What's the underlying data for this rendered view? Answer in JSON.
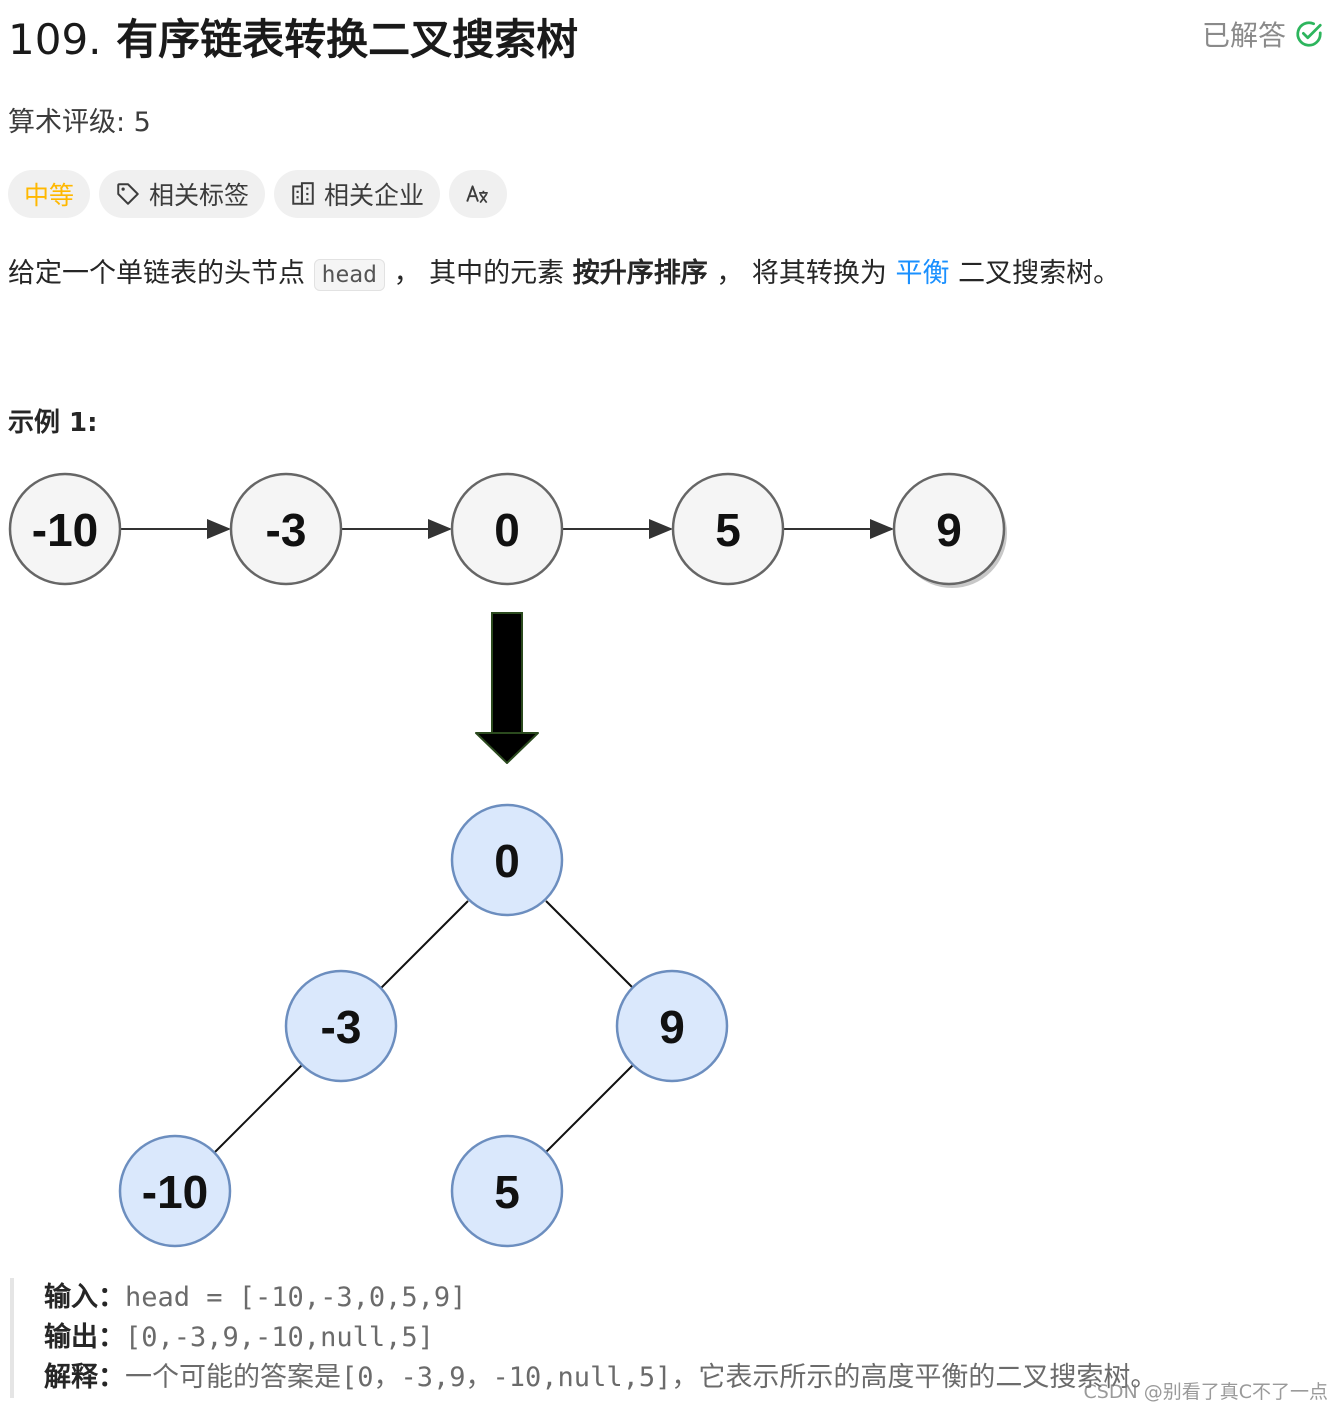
{
  "header": {
    "number": "109.",
    "title": "有序链表转换二叉搜索树",
    "status_label": "已解答",
    "status_icon": "check-circle-icon",
    "status_color": "#2db55d"
  },
  "rating": {
    "label": "算术评级: 5"
  },
  "tags": [
    {
      "label": "中等",
      "icon": ""
    },
    {
      "label": "相关标签",
      "icon": "tag-icon"
    },
    {
      "label": "相关企业",
      "icon": "building-icon"
    },
    {
      "label": "",
      "icon": "translate-icon"
    }
  ],
  "difficulty_color": "#ffb800",
  "description": {
    "p1": "给定一个单链表的头节点 ",
    "code": "head",
    "p2": " ， 其中的元素 ",
    "bold": "按升序排序",
    "p3": " ， 将其转换为 ",
    "link": "平衡",
    "p4": " 二叉搜索树。"
  },
  "example": {
    "title": "示例 1:",
    "list_nodes": [
      "-10",
      "-3",
      "0",
      "5",
      "9"
    ],
    "tree_nodes": {
      "root": "0",
      "left": "-3",
      "right": "9",
      "left_left": "-10",
      "right_left": "5"
    },
    "input_label": "输入：",
    "input_value": "head = [-10,-3,0,5,9]",
    "output_label": "输出：",
    "output_value": "[0,-3,9,-10,null,5]",
    "explain_label": "解释：",
    "explain_text_1": "一个可能的答案是",
    "explain_code": "[0，-3,9，-10,null,5]",
    "explain_text_2": "，它表示所示的高度平衡的二叉搜索树。"
  },
  "watermark": "CSDN @别看了真C不了一点"
}
